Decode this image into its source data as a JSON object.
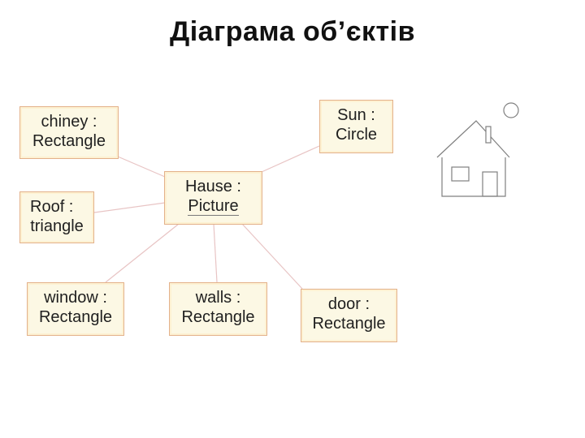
{
  "title": "Діаграма об’єктів",
  "nodes": {
    "chiney": {
      "name": "chiney :",
      "type": "Rectangle"
    },
    "sun": {
      "name": "Sun :",
      "type": "Circle"
    },
    "hause": {
      "name": "Hause :",
      "type": "Picture"
    },
    "roof": {
      "name": "Roof :",
      "type": "triangle"
    },
    "window": {
      "name": "window :",
      "type": "Rectangle"
    },
    "walls": {
      "name": "walls :",
      "type": "Rectangle"
    },
    "door": {
      "name": "door :",
      "type": "Rectangle"
    }
  },
  "links": [
    {
      "from": "hause",
      "to": "chiney"
    },
    {
      "from": "hause",
      "to": "sun"
    },
    {
      "from": "hause",
      "to": "roof"
    },
    {
      "from": "hause",
      "to": "window"
    },
    {
      "from": "hause",
      "to": "walls"
    },
    {
      "from": "hause",
      "to": "door"
    }
  ],
  "colors": {
    "node_fill": "#fcf8e4",
    "node_border": "#e3b18a",
    "link": "#e8c4c4",
    "house_stroke": "#808080"
  }
}
